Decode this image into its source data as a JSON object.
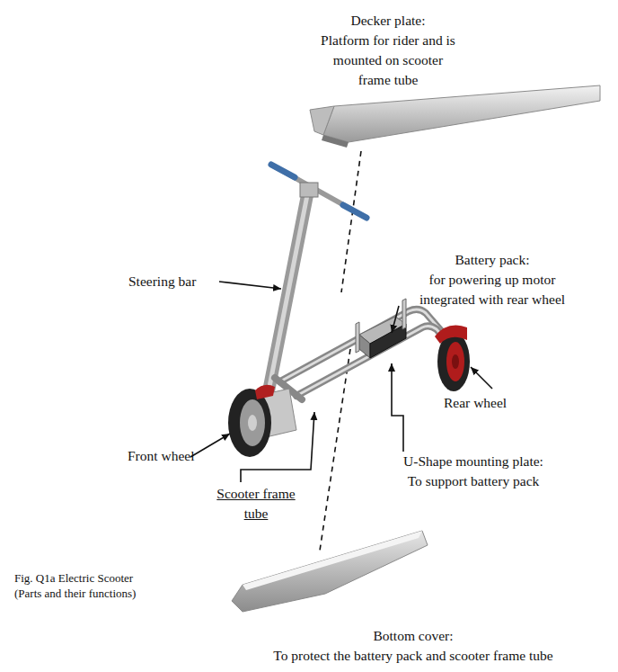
{
  "diagram": {
    "caption": "Fig. Q1a Electric Scooter (Parts and their functions)",
    "labels": [
      "Decker plate:",
      "Platform for rider and is mounted on scooter frame tube",
      "Steering bar",
      "Battery pack:",
      "for powering up motor integrated with rear wheel",
      "Rear wheel",
      "Front wheel",
      "Scooter frame tube",
      "U-Shape mounting plate:",
      "To support battery pack",
      "Bottom cover:",
      "To protect the battery pack and scooter frame tube"
    ]
  }
}
